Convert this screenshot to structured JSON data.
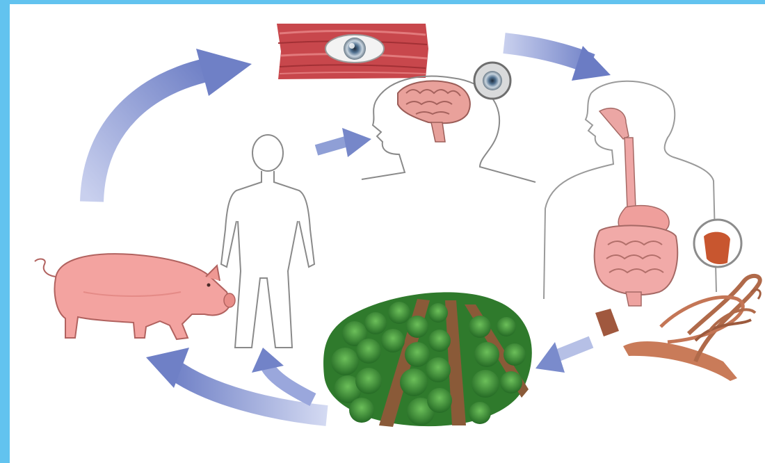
{
  "diagram": {
    "type": "life-cycle illustration",
    "colors": {
      "border": "#62c3ef",
      "arrow": "#7f8fcc",
      "muscle": "#c8474c",
      "skin": "#f0a3a0",
      "organ": "#efa7a6",
      "worm": "#c97b59",
      "vegetable": "#3f8a37",
      "soil": "#9a6b45",
      "outline": "#7a7a7a"
    },
    "stages": [
      {
        "id": "muscle-tissue-with-cyst",
        "icon": "muscle-cyst-icon"
      },
      {
        "id": "human-head-with-brain-cyst",
        "icon": "brain-icon"
      },
      {
        "id": "human-digestive-system",
        "icon": "intestine-icon"
      },
      {
        "id": "adult-tapeworm",
        "icon": "tapeworm-icon"
      },
      {
        "id": "vegetable-field",
        "icon": "crop-field-icon"
      },
      {
        "id": "pig-host",
        "icon": "pig-icon"
      },
      {
        "id": "human-figure",
        "icon": "human-outline-icon"
      }
    ]
  }
}
